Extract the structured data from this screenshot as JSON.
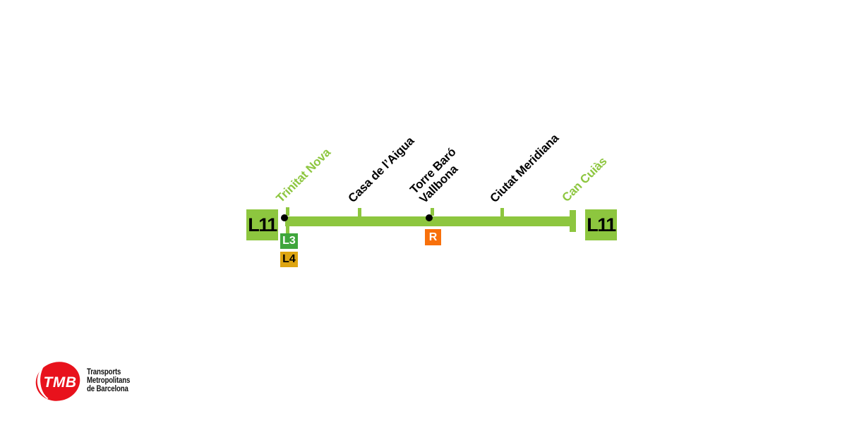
{
  "colors": {
    "line_green": "#8DC63F",
    "l3_green": "#3FA63C",
    "l4_yellow": "#DEA511",
    "rodalies_orange": "#F8700B",
    "tmb_red": "#E8121C",
    "label_black": "#000000"
  },
  "line": {
    "name": "L11",
    "left_terminus_badge": "L11",
    "right_terminus_badge": "L11"
  },
  "stations": [
    {
      "name": "Trinitat Nova",
      "terminus": true,
      "interchange": true,
      "connections": [
        "L3",
        "L4"
      ]
    },
    {
      "name": "Casa de l’Aigua"
    },
    {
      "name_lines": [
        "Torre Baró",
        "Vallbona"
      ],
      "interchange": true,
      "connections": [
        "R"
      ]
    },
    {
      "name": "Ciutat Meridiana"
    },
    {
      "name": "Can Cuiàs",
      "terminus": true
    }
  ],
  "connection_badges": {
    "l3": "L3",
    "l4": "L4",
    "rodalies": "R"
  },
  "logo": {
    "acronym": "TMB",
    "caption_line1": "Transports",
    "caption_line2": "Metropolitans",
    "caption_line3": "de Barcelona"
  }
}
